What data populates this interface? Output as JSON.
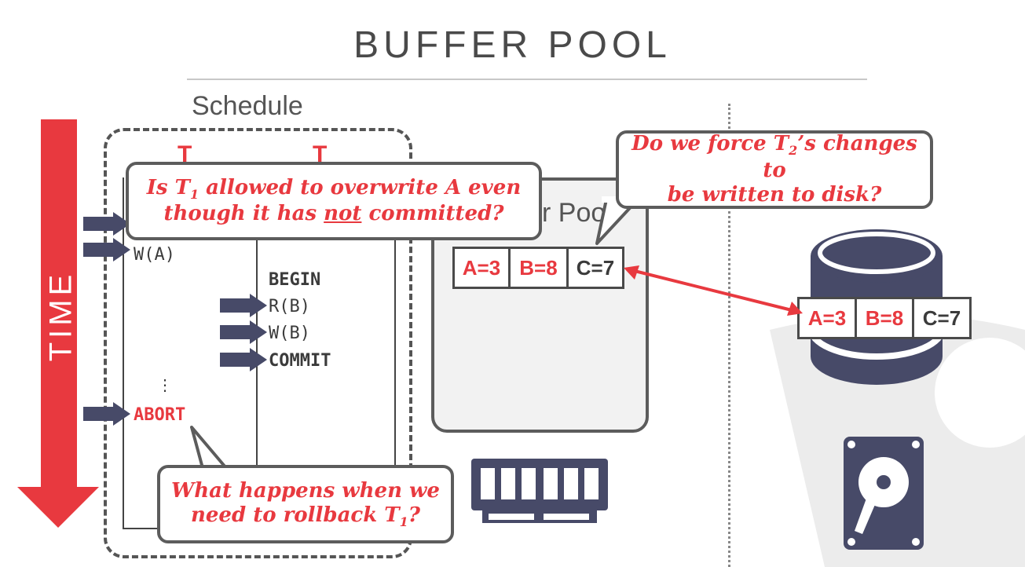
{
  "title": "BUFFER POOL",
  "schedule_label": "Schedule",
  "time_label": "TIME",
  "schedule": {
    "t1_header": "T",
    "t2_header": "T",
    "t1_ops": [
      "W(A)",
      "⋮",
      "ABORT"
    ],
    "t2_ops": [
      "BEGIN",
      "R(B)",
      "W(B)",
      "COMMIT"
    ]
  },
  "buffer_pool": {
    "label_partial": "r Pool",
    "cells": [
      {
        "text": "A=3",
        "color": "#e8393f"
      },
      {
        "text": "B=8",
        "color": "#e8393f"
      },
      {
        "text": "C=7",
        "color": "#3b3b3b"
      }
    ]
  },
  "disk": {
    "cells": [
      {
        "text": "A=3",
        "color": "#e8393f"
      },
      {
        "text": "B=8",
        "color": "#e8393f"
      },
      {
        "text": "C=7",
        "color": "#3b3b3b"
      }
    ]
  },
  "bubbles": {
    "b1_line1_pre": "Is T",
    "b1_line1_sub": "1",
    "b1_line1_post": " allowed to overwrite A even",
    "b1_line2_pre": "though it has ",
    "b1_line2_under": "not",
    "b1_line2_post": " committed?",
    "b2_line1_pre": "Do we force T",
    "b2_line1_sub": "2",
    "b2_line1_post": "’s changes to",
    "b2_line2": "be written to disk?",
    "b3_line1": "What happens when we",
    "b3_line2_pre": "need to rollback T",
    "b3_line2_sub": "1",
    "b3_line2_post": "?"
  },
  "colors": {
    "accent_red": "#e8393f",
    "dark_slate": "#474a68",
    "gray_border": "#5c5c5c"
  },
  "icons": [
    "memory-chip-icon",
    "hard-drive-icon",
    "database-icon",
    "step-arrow-icon"
  ]
}
